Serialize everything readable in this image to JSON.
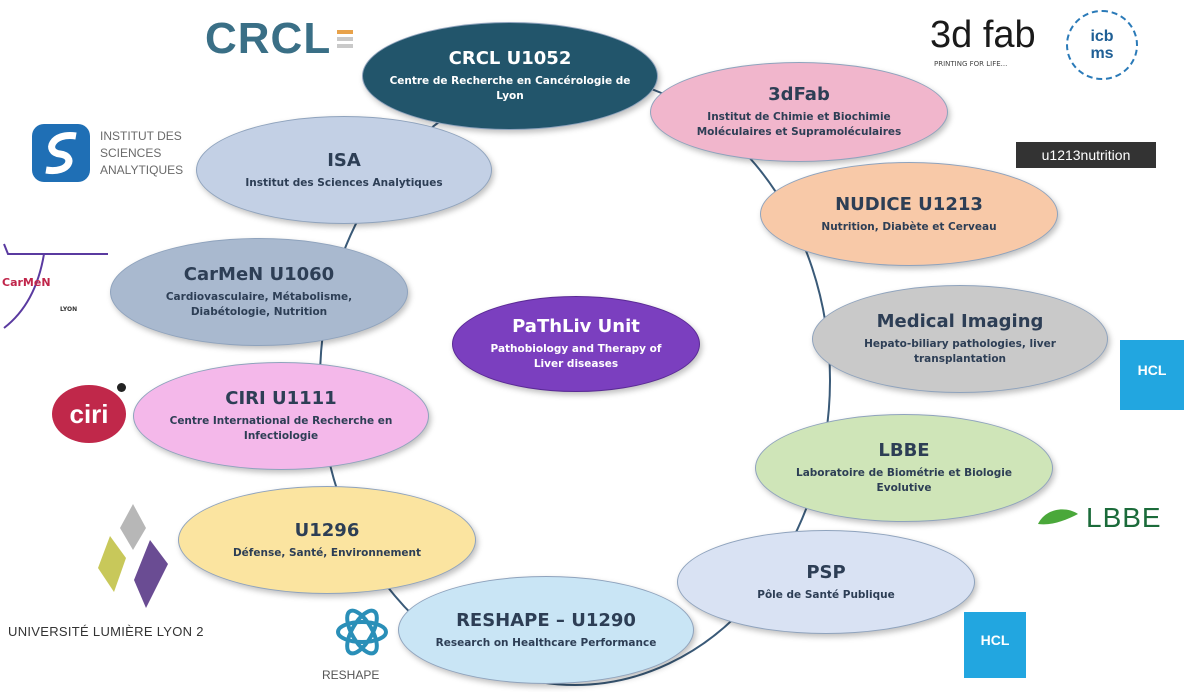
{
  "center": {
    "title": "PaThLiv Unit",
    "subtitle": "Pathobiology and Therapy of Liver diseases",
    "color": "#7b3fbf"
  },
  "units": [
    {
      "id": "crcl",
      "title": "CRCL U1052",
      "subtitle": "Centre de Recherche en Cancérologie de Lyon",
      "color": "#22556b"
    },
    {
      "id": "3dfab",
      "title": "3dFab",
      "subtitle": "Institut de Chimie et Biochimie Moléculaires et Supramoléculaires",
      "color": "#f1b6cc"
    },
    {
      "id": "nudice",
      "title": "NUDICE U1213",
      "subtitle": "Nutrition, Diabète et Cerveau",
      "color": "#f8c9a8"
    },
    {
      "id": "medimg",
      "title": "Medical Imaging",
      "subtitle": "Hepato-biliary pathologies, liver transplantation",
      "color": "#c9c9c9"
    },
    {
      "id": "lbbe",
      "title": "LBBE",
      "subtitle": "Laboratoire de Biométrie et Biologie Evolutive",
      "color": "#cfe5b8"
    },
    {
      "id": "psp",
      "title": "PSP",
      "subtitle": "Pôle de Santé Publique",
      "color": "#d9e2f3"
    },
    {
      "id": "reshape",
      "title": "RESHAPE – U1290",
      "subtitle": "Research on Healthcare Performance",
      "color": "#c9e5f5"
    },
    {
      "id": "u1296",
      "title": "U1296",
      "subtitle": "Défense, Santé, Environnement",
      "color": "#fbe4a0"
    },
    {
      "id": "ciri",
      "title": "CIRI U1111",
      "subtitle": "Centre International de Recherche en Infectiologie",
      "color": "#f4b8ea"
    },
    {
      "id": "carmen",
      "title": "CarMeN U1060",
      "subtitle": "Cardiovasculaire, Métabolisme, Diabétologie, Nutrition",
      "color": "#a9b9cf"
    },
    {
      "id": "isa",
      "title": "ISA",
      "subtitle": "Institut des Sciences Analytiques",
      "color": "#c3d0e5"
    }
  ],
  "logos": {
    "crcl": "CRCL",
    "isa": "INSTITUT DES SCIENCES ANALYTIQUES",
    "carmen": "CarMeN",
    "carmen_sub": "LYON",
    "ciri": "ciri",
    "lyon2": "UNIVERSITÉ LUMIÈRE LYON 2",
    "reshape": "RESHAPE",
    "fab3d": "3d fab",
    "fab3d_sub": "PRINTING FOR LIFE...",
    "icbms": "icb ms",
    "u1213": "u1213nutrition",
    "hcl1": "HCL",
    "hcl2": "HCL",
    "lbbe": "LBBE"
  }
}
